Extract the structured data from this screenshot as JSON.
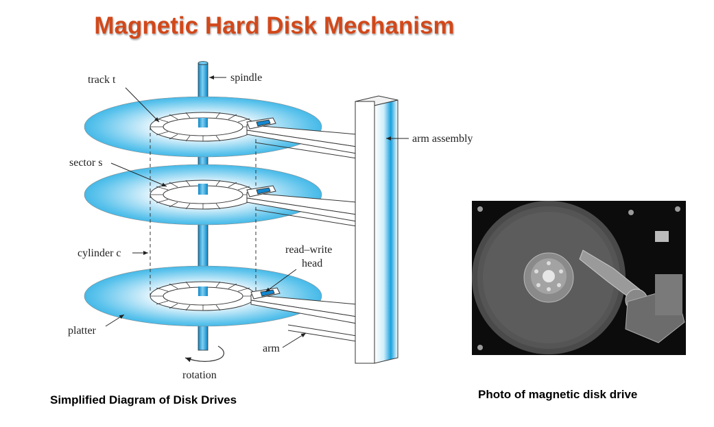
{
  "slide": {
    "title": "Magnetic Hard Disk Mechanism",
    "caption_left": "Simplified Diagram of Disk Drives",
    "caption_right": "Photo of magnetic disk drive"
  },
  "diagram": {
    "labels": {
      "track": "track ",
      "track_var": "t",
      "spindle": "spindle",
      "arm_assembly": "arm assembly",
      "sector": "sector ",
      "sector_var": "s",
      "cylinder": "cylinder ",
      "cylinder_var": "c",
      "read_write_1": "read–write",
      "read_write_2": "head",
      "platter": "platter",
      "arm": "arm",
      "rotation": "rotation"
    },
    "colors": {
      "platter_blue": "#1aa6e0",
      "head_blue": "#1288d0"
    }
  }
}
